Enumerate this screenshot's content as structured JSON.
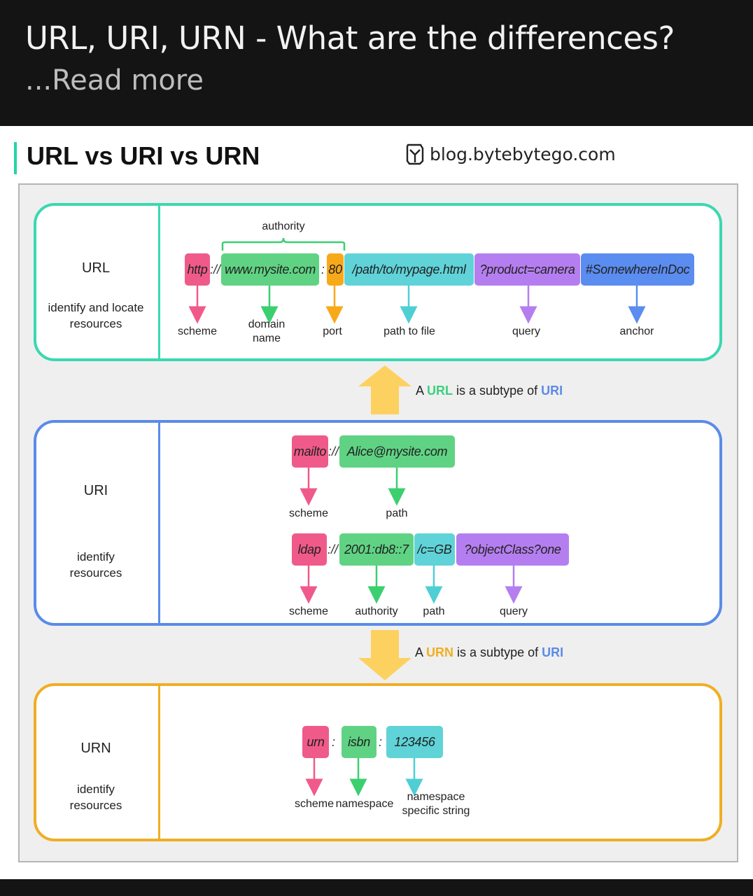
{
  "post": {
    "title": "URL, URI, URN - What are the differences?",
    "read_more": "...Read more"
  },
  "header": {
    "title": "URL vs URI vs URN",
    "brand": "blog.bytebytego.com"
  },
  "colors": {
    "url_border": "#3ad8b0",
    "uri_border": "#5b8be8",
    "urn_border": "#f0ae24",
    "scheme": "#f05a8a",
    "domain": "#5fd383",
    "port": "#f8a91a",
    "path": "#5fd3d8",
    "query": "#b57ef0",
    "anchor": "#5b8cf0",
    "arrow": "#fdd160"
  },
  "url": {
    "name": "URL",
    "description": "identify and locate resources",
    "authority": "authority",
    "tokens": {
      "scheme": "http",
      "sep1": "://",
      "domain": "www.mysite.com",
      "sep2": ":",
      "port": "80",
      "path": "/path/to/mypage.html",
      "query": "?product=camera",
      "anchor": "#SomewhereInDoc"
    },
    "captions": {
      "scheme": "scheme",
      "domain": "domain name",
      "port": "port",
      "path": "path to file",
      "query": "query",
      "anchor": "anchor"
    }
  },
  "uri": {
    "name": "URI",
    "description": "identify resources",
    "mailto": {
      "scheme": "mailto",
      "sep": "://",
      "path": "Alice@mysite.com",
      "cap_scheme": "scheme",
      "cap_path": "path"
    },
    "ldap": {
      "scheme": "ldap",
      "sep": "://",
      "authority": "2001:db8::7",
      "path": "/c=GB",
      "query": "?objectClass?one",
      "cap_scheme": "scheme",
      "cap_authority": "authority",
      "cap_path": "path",
      "cap_query": "query"
    }
  },
  "urn": {
    "name": "URN",
    "description": "identify resources",
    "tokens": {
      "scheme": "urn",
      "sep1": ":",
      "namespace": "isbn",
      "sep2": ":",
      "nss": "123456"
    },
    "captions": {
      "scheme": "scheme",
      "namespace": "namespace",
      "nss": "namespace specific string"
    }
  },
  "relations": {
    "url": {
      "a": "A",
      "subject": "URL",
      "middle": "is a subtype of",
      "object": "URI"
    },
    "urn": {
      "a": "A",
      "subject": "URN",
      "middle": "is a subtype of",
      "object": "URI"
    }
  }
}
